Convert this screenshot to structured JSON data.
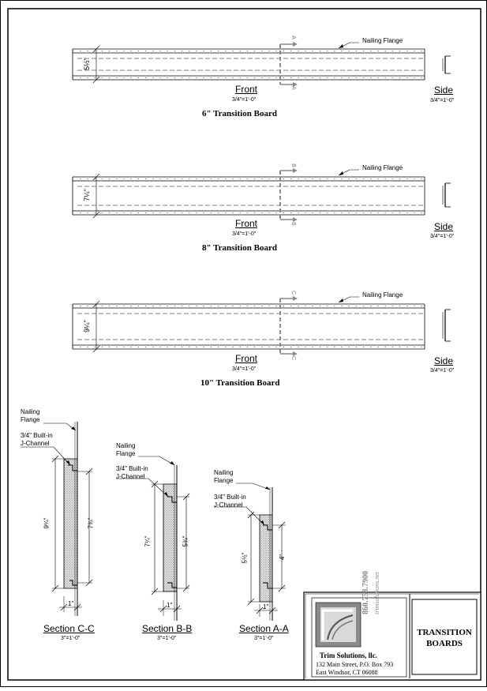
{
  "boards": [
    {
      "title": "6\" Transition Board",
      "dim": "5½\"",
      "section_letter": "A",
      "front_label": "Front",
      "front_scale": "3/4\"=1'-0\"",
      "side_label": "Side",
      "side_scale": "3/4\"=1'-0\"",
      "flange_label": "Nailing Flange"
    },
    {
      "title": "8\" Transition Board",
      "dim": "7¼\"",
      "section_letter": "B",
      "front_label": "Front",
      "front_scale": "3/4\"=1'-0\"",
      "side_label": "Side",
      "side_scale": "3/4\"=1'-0\"",
      "flange_label": "Nailing Flange"
    },
    {
      "title": "10\" Transition Board",
      "dim": "9¼\"",
      "section_letter": "C",
      "front_label": "Front",
      "front_scale": "3/4\"=1'-0\"",
      "side_label": "Side",
      "side_scale": "3/4\"=1'-0\"",
      "flange_label": "Nailing Flange"
    }
  ],
  "sections": [
    {
      "title": "Section C-C",
      "scale": "3\"=1'-0\"",
      "flange_line1": "Nailing",
      "flange_line2": "Flange",
      "channel_line1": "3/4\" Built-in",
      "channel_line2": "J-Channel",
      "dim_outer": "9¼\"",
      "dim_inner": "7¾\"",
      "dim_width": "1\""
    },
    {
      "title": "Section B-B",
      "scale": "3\"=1'-0\"",
      "flange_line1": "Nailing",
      "flange_line2": "Flange",
      "channel_line1": "3/4\" Built-in",
      "channel_line2": "J-Channel",
      "dim_outer": "7¼\"",
      "dim_inner": "5¾\"",
      "dim_width": "1\""
    },
    {
      "title": "Section A-A",
      "scale": "3\"=1'-0\"",
      "flange_line1": "Nailing",
      "flange_line2": "Flange",
      "channel_line1": "3/4\" Built-in",
      "channel_line2": "J-Channel",
      "dim_outer": "5½\"",
      "dim_inner": "4\"",
      "dim_width": "1\""
    }
  ],
  "title_block": {
    "company": "Trim Solutions, llc.",
    "address1": "132 Main Street, P.O. Box 793",
    "address2": "East Windsor, CT 06088",
    "phone": "860.758.7900",
    "website": "trimsolutions.net",
    "drawing_title_line1": "TRANSITION",
    "drawing_title_line2": "BOARDS"
  }
}
